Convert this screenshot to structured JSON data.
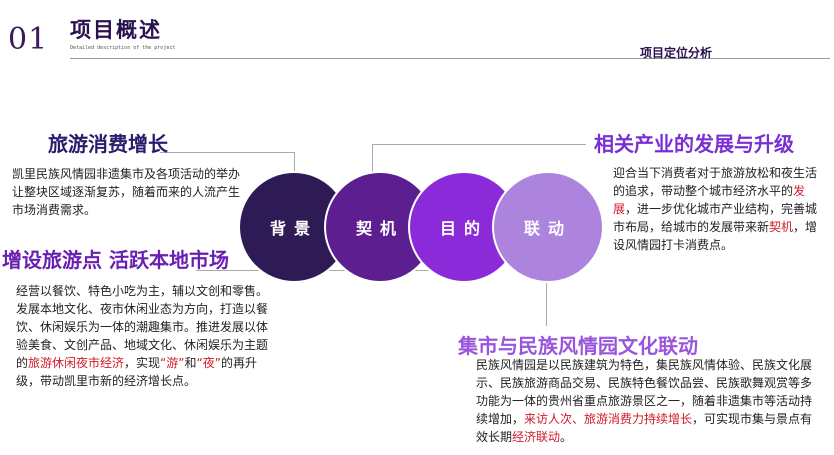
{
  "header": {
    "number": "01",
    "title": "项目概述",
    "subtitle": "Detailed description of the project",
    "section_label": "项目定位分析"
  },
  "circles": [
    {
      "label": "背景"
    },
    {
      "label": "契机"
    },
    {
      "label": "目的"
    },
    {
      "label": "联动"
    }
  ],
  "blocks": {
    "tourism_consumption": {
      "heading": "旅游消费增长",
      "text": "凯里民族风情园非遗集市及各项活动的举办让整块区域逐渐复苏，随着而来的人流产生市场消费需求。"
    },
    "local_market": {
      "heading": "增设旅游点  活跃本地市场",
      "text_a": "经营以餐饮、特色小吃为主，辅以文创和零售。发展本地文化、夜市休闲业态为方向，打造以餐饮、休闲娱乐为一体的潮趣集市。推进发展以体验美食、文创产品、地域文化、休闲娱乐为主题的",
      "text_red1": "旅游休闲夜市经济",
      "text_b": "，实现",
      "text_red2": "“游”",
      "text_c": "和",
      "text_red3": "“夜”",
      "text_d": "的再升级，带动凯里市新的经济增长点。"
    },
    "industry": {
      "heading": "相关产业的发展与升级",
      "text_a": "迎合当下消费者对于旅游放松和夜生活的追求，带动整个城市经济水平的",
      "text_red1": "发展",
      "text_b": "，进一步优化城市产业结构，完善城市布局，给城市的发展带来新",
      "text_red2": "契机",
      "text_c": "，增设风情园打卡消费点。"
    },
    "linkage": {
      "heading": "集市与民族风情园文化联动",
      "text_a": "民族风情园是以民族建筑为特色，集民族风情体验、民族文化展示、民族旅游商品交易、民族特色餐饮品尝、民族歌舞观赏等多功能为一体的贵州省重点旅游景区之一，随着非遗集市等活动持续增加，",
      "text_red1": "来访人次、旅游消费力持续增长",
      "text_b": "，可实现市集与景点有效长期",
      "text_red2": "经济联动",
      "text_c": "。"
    }
  },
  "colors": {
    "circle_1": "#2e1a55",
    "circle_2": "#5d1e8f",
    "circle_3": "#8a2ad8",
    "circle_4": "#ad84dd",
    "highlight": "#d11a2a"
  }
}
